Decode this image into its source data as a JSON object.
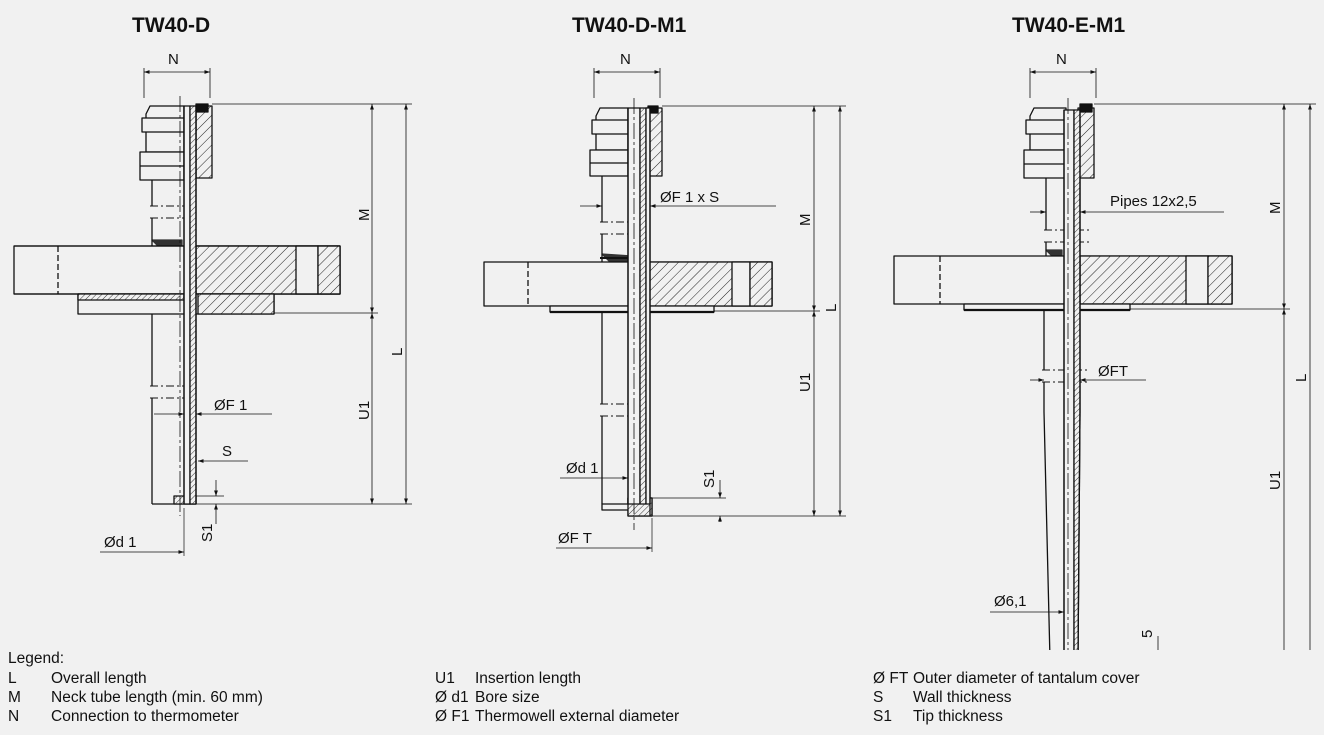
{
  "titles": [
    "TW40-D",
    "TW40-D-M1",
    "TW40-E-M1"
  ],
  "dims": {
    "d1": {
      "n": "N",
      "m": "M",
      "l": "L",
      "u1": "U1",
      "f1": "ØF 1",
      "s": "S",
      "s1": "S1",
      "d": "Ød 1"
    },
    "d2": {
      "n": "N",
      "m": "M",
      "l": "L",
      "u1": "U1",
      "f1s": "ØF 1 x S",
      "d": "Ød 1",
      "s1": "S1",
      "ft": "ØF T"
    },
    "d3": {
      "n": "N",
      "m": "M",
      "l": "L",
      "u1": "U1",
      "pipes": "Pipes 12x2,5",
      "ft": "ØFT",
      "d61": "Ø6,1",
      "five": "5"
    }
  },
  "legend": {
    "heading": "Legend:",
    "items": [
      {
        "sym": "L",
        "text": "Overall length"
      },
      {
        "sym": "M",
        "text": "Neck tube length (min. 60 mm)"
      },
      {
        "sym": "N",
        "text": "Connection to thermometer"
      },
      {
        "sym": "U1",
        "text": "Insertion length"
      },
      {
        "sym": "Ø d1",
        "text": "Bore size"
      },
      {
        "sym": "Ø F1",
        "text": "Thermowell external diameter"
      },
      {
        "sym": "Ø FT",
        "text": "Outer diameter of tantalum cover"
      },
      {
        "sym": "S",
        "text": "Wall thickness"
      },
      {
        "sym": "S1",
        "text": "Tip thickness"
      }
    ]
  }
}
